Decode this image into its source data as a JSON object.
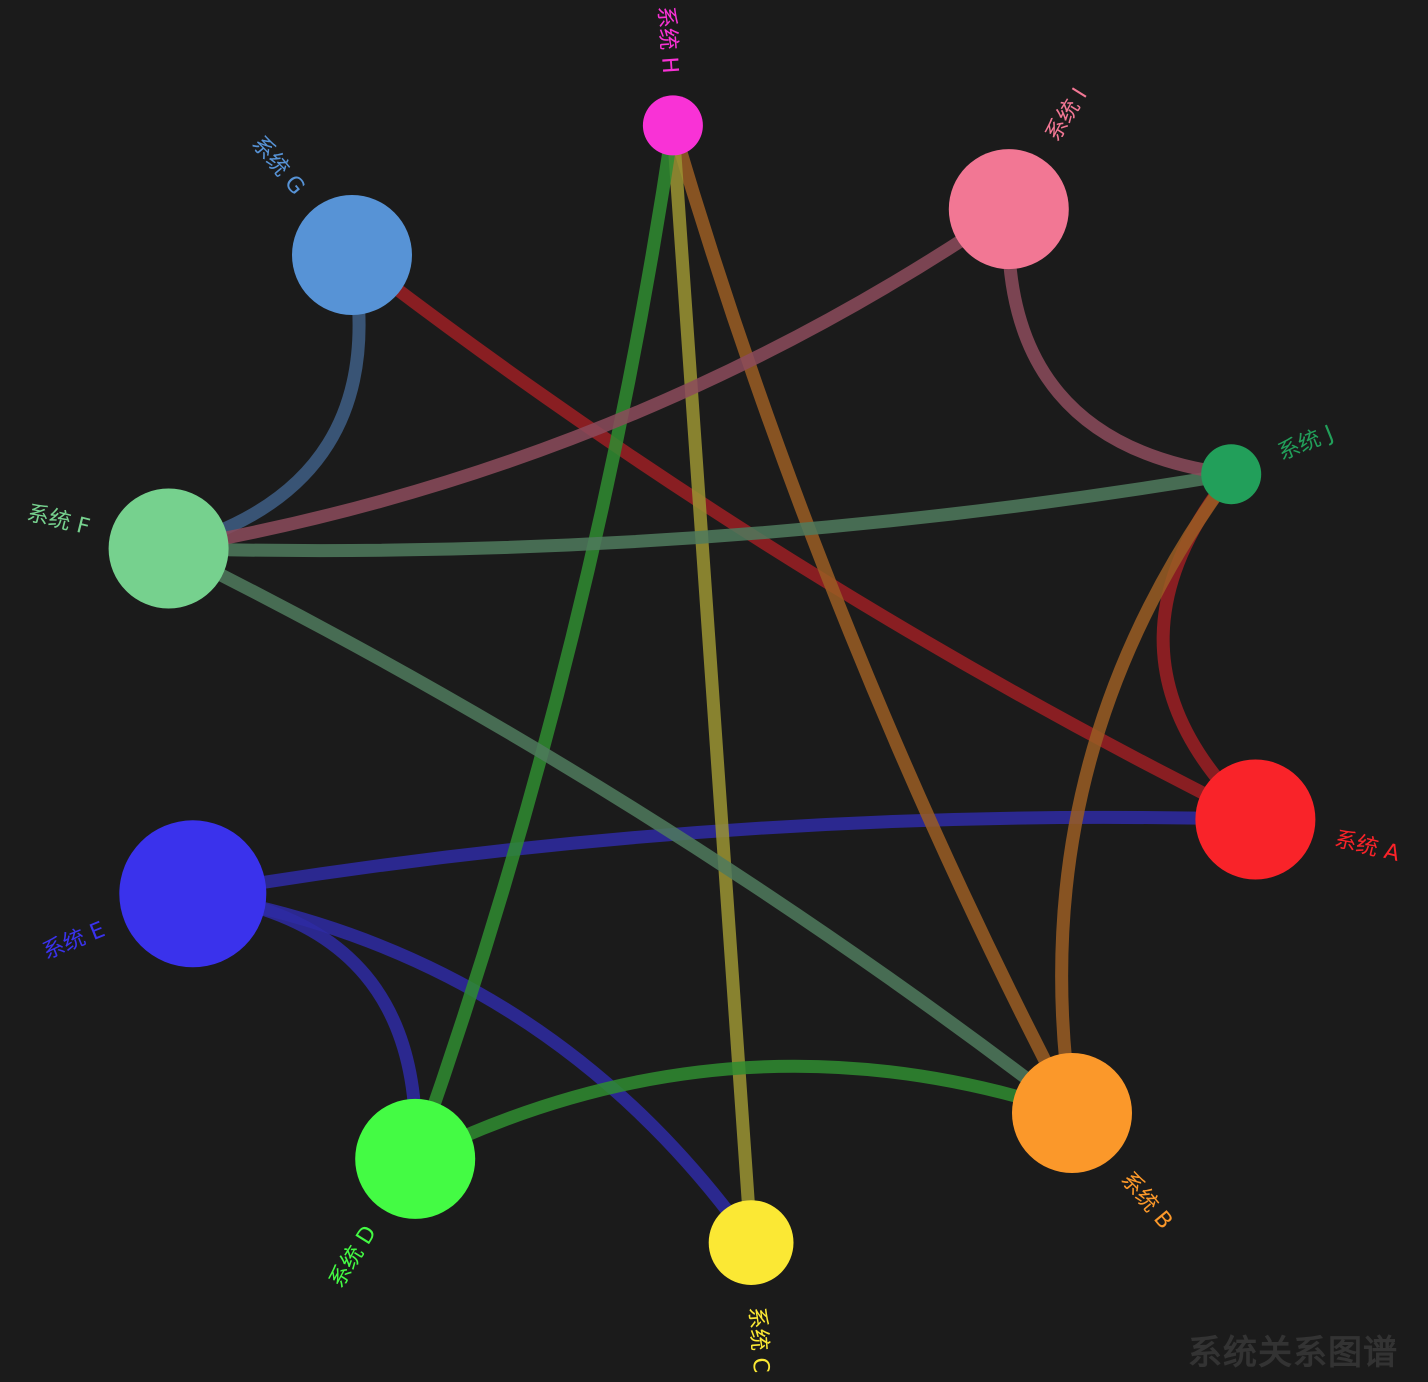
{
  "watermark": "系统关系图谱",
  "graph": {
    "nodes": [
      {
        "id": "A",
        "label": "系统 A",
        "color": "#f92329",
        "size": 1.0
      },
      {
        "id": "B",
        "label": "系统 B",
        "color": "#fb982a",
        "size": 1.0
      },
      {
        "id": "C",
        "label": "系统 C",
        "color": "#fbe834",
        "size": 0.5
      },
      {
        "id": "D",
        "label": "系统 D",
        "color": "#44fb44",
        "size": 1.0
      },
      {
        "id": "E",
        "label": "系统 E",
        "color": "#3a32ec",
        "size": 1.5
      },
      {
        "id": "F",
        "label": "系统 F",
        "color": "#76d18e",
        "size": 1.0
      },
      {
        "id": "G",
        "label": "系统 G",
        "color": "#5793d6",
        "size": 1.0
      },
      {
        "id": "H",
        "label": "系统 H",
        "color": "#f932d6",
        "size": 0.25
      },
      {
        "id": "I",
        "label": "系统 I",
        "color": "#f27794",
        "size": 1.0
      },
      {
        "id": "J",
        "label": "系统 J",
        "color": "#229f5a",
        "size": 0.25
      }
    ],
    "edges": [
      {
        "source": "G",
        "target": "A",
        "color": "#9c1f23"
      },
      {
        "source": "J",
        "target": "A",
        "color": "#9c1f23"
      },
      {
        "source": "E",
        "target": "A",
        "color": "#2e2aa3"
      },
      {
        "source": "H",
        "target": "B",
        "color": "#9a5d23"
      },
      {
        "source": "J",
        "target": "B",
        "color": "#9a5d23"
      },
      {
        "source": "H",
        "target": "C",
        "color": "#9b9433"
      },
      {
        "source": "E",
        "target": "C",
        "color": "#2e2aa3"
      },
      {
        "source": "H",
        "target": "D",
        "color": "#2f8c30"
      },
      {
        "source": "D",
        "target": "B",
        "color": "#2f8c30"
      },
      {
        "source": "E",
        "target": "D",
        "color": "#2e2aa3"
      },
      {
        "source": "F",
        "target": "B",
        "color": "#4f7a5d"
      },
      {
        "source": "F",
        "target": "J",
        "color": "#4f7a5d"
      },
      {
        "source": "G",
        "target": "F",
        "color": "#3e5e85"
      },
      {
        "source": "I",
        "target": "F",
        "color": "#8c4b5c"
      },
      {
        "source": "I",
        "target": "J",
        "color": "#8c4b5c"
      }
    ]
  }
}
